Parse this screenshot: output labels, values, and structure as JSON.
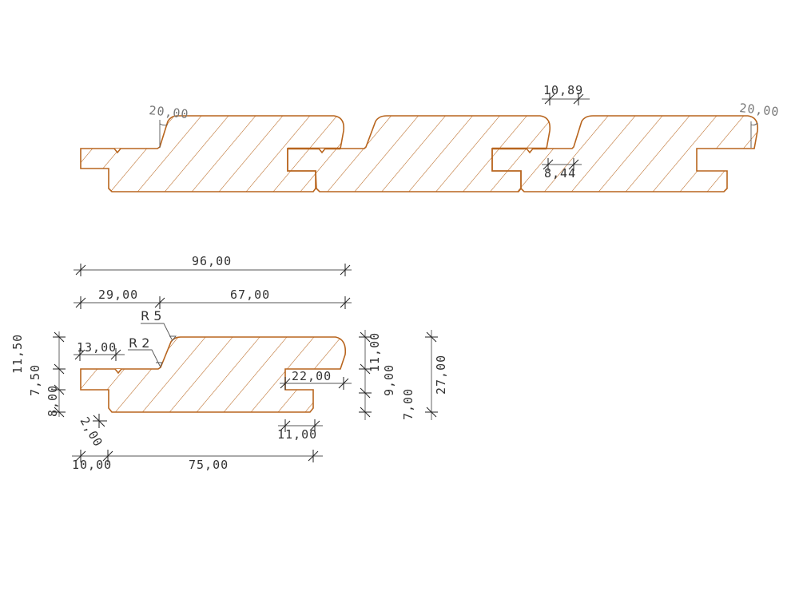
{
  "drawing": {
    "type": "tongue-and-groove board profile",
    "line_color": "#b8651e",
    "dimension_color": "#333333"
  },
  "assembly_view": {
    "description": "Three boards joined (tongue and groove)",
    "labels": {
      "chamfer_angle_left": "20,00",
      "chamfer_angle_right": "20,00",
      "gap_width": "10,89",
      "groove_offset": "8,44"
    }
  },
  "single_profile_view": {
    "horizontal_dims": {
      "overall_width": "96,00",
      "left_segment": "29,00",
      "right_segment": "67,00",
      "tongue_top_length": "13,00",
      "groove_depth": "22,00",
      "groove_lip": "11,00",
      "tongue_offset": "10,00",
      "body_length": "75,00"
    },
    "vertical_dims_left": {
      "upper": "11,50",
      "middle": "7,50",
      "lower": "8,00"
    },
    "vertical_dims_right": {
      "upper": "11,00",
      "middle": "9,00",
      "lower": "7,00",
      "overall_thickness": "27,00"
    },
    "chamfer": "2,00",
    "radii": {
      "top": "R 5",
      "bottom": "R 2"
    }
  }
}
